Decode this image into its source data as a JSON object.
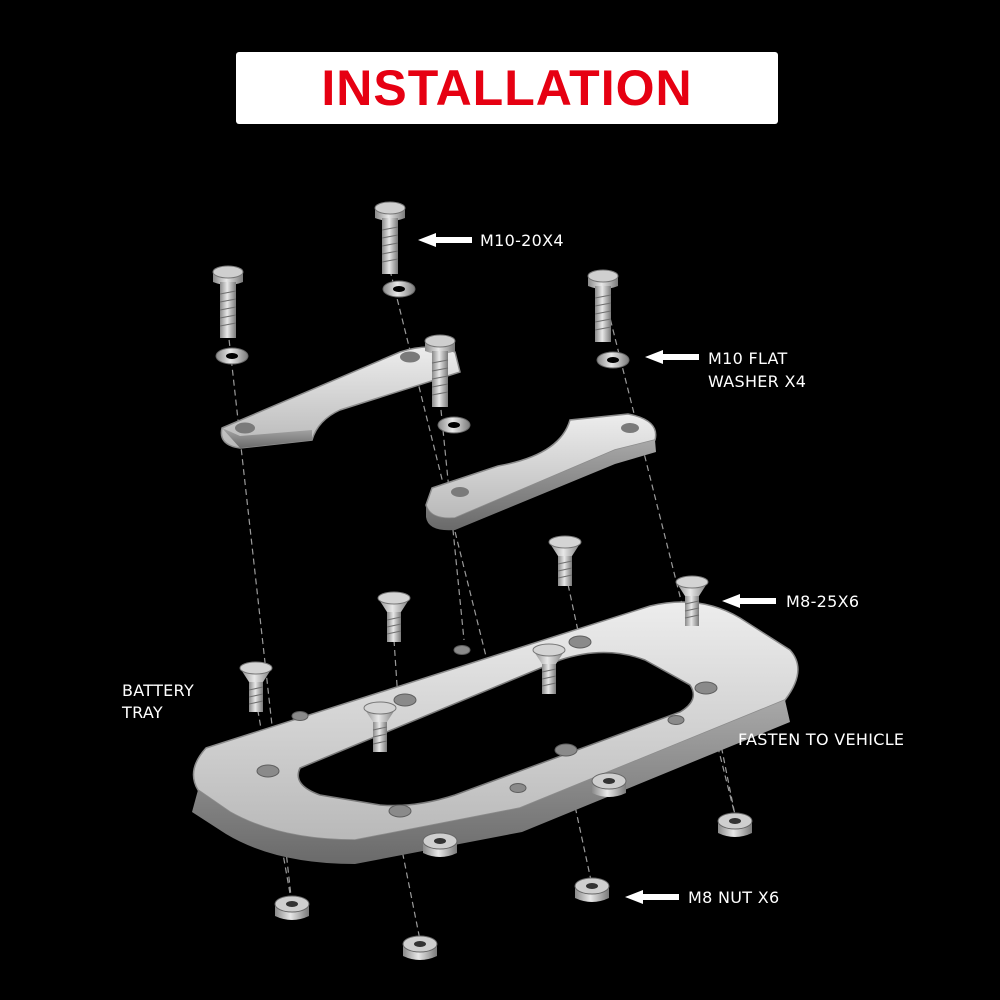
{
  "title": "INSTALLATION",
  "labels": {
    "bolt_m10": "M10-20X4",
    "washer_line1": "M10 FLAT",
    "washer_line2": "WASHER X4",
    "bolt_m8": "M8-25X6",
    "tray_line1": "BATTERY",
    "tray_line2": "TRAY",
    "fasten": "FASTEN TO VEHICLE",
    "nut_m8": "M8 NUT X6"
  },
  "colors": {
    "background": "#000000",
    "title_box": "#ffffff",
    "title_text": "#e60012",
    "label_text": "#ffffff",
    "part_fill": "#d8d8d8"
  },
  "icons": [
    "arrow-left-icon"
  ]
}
